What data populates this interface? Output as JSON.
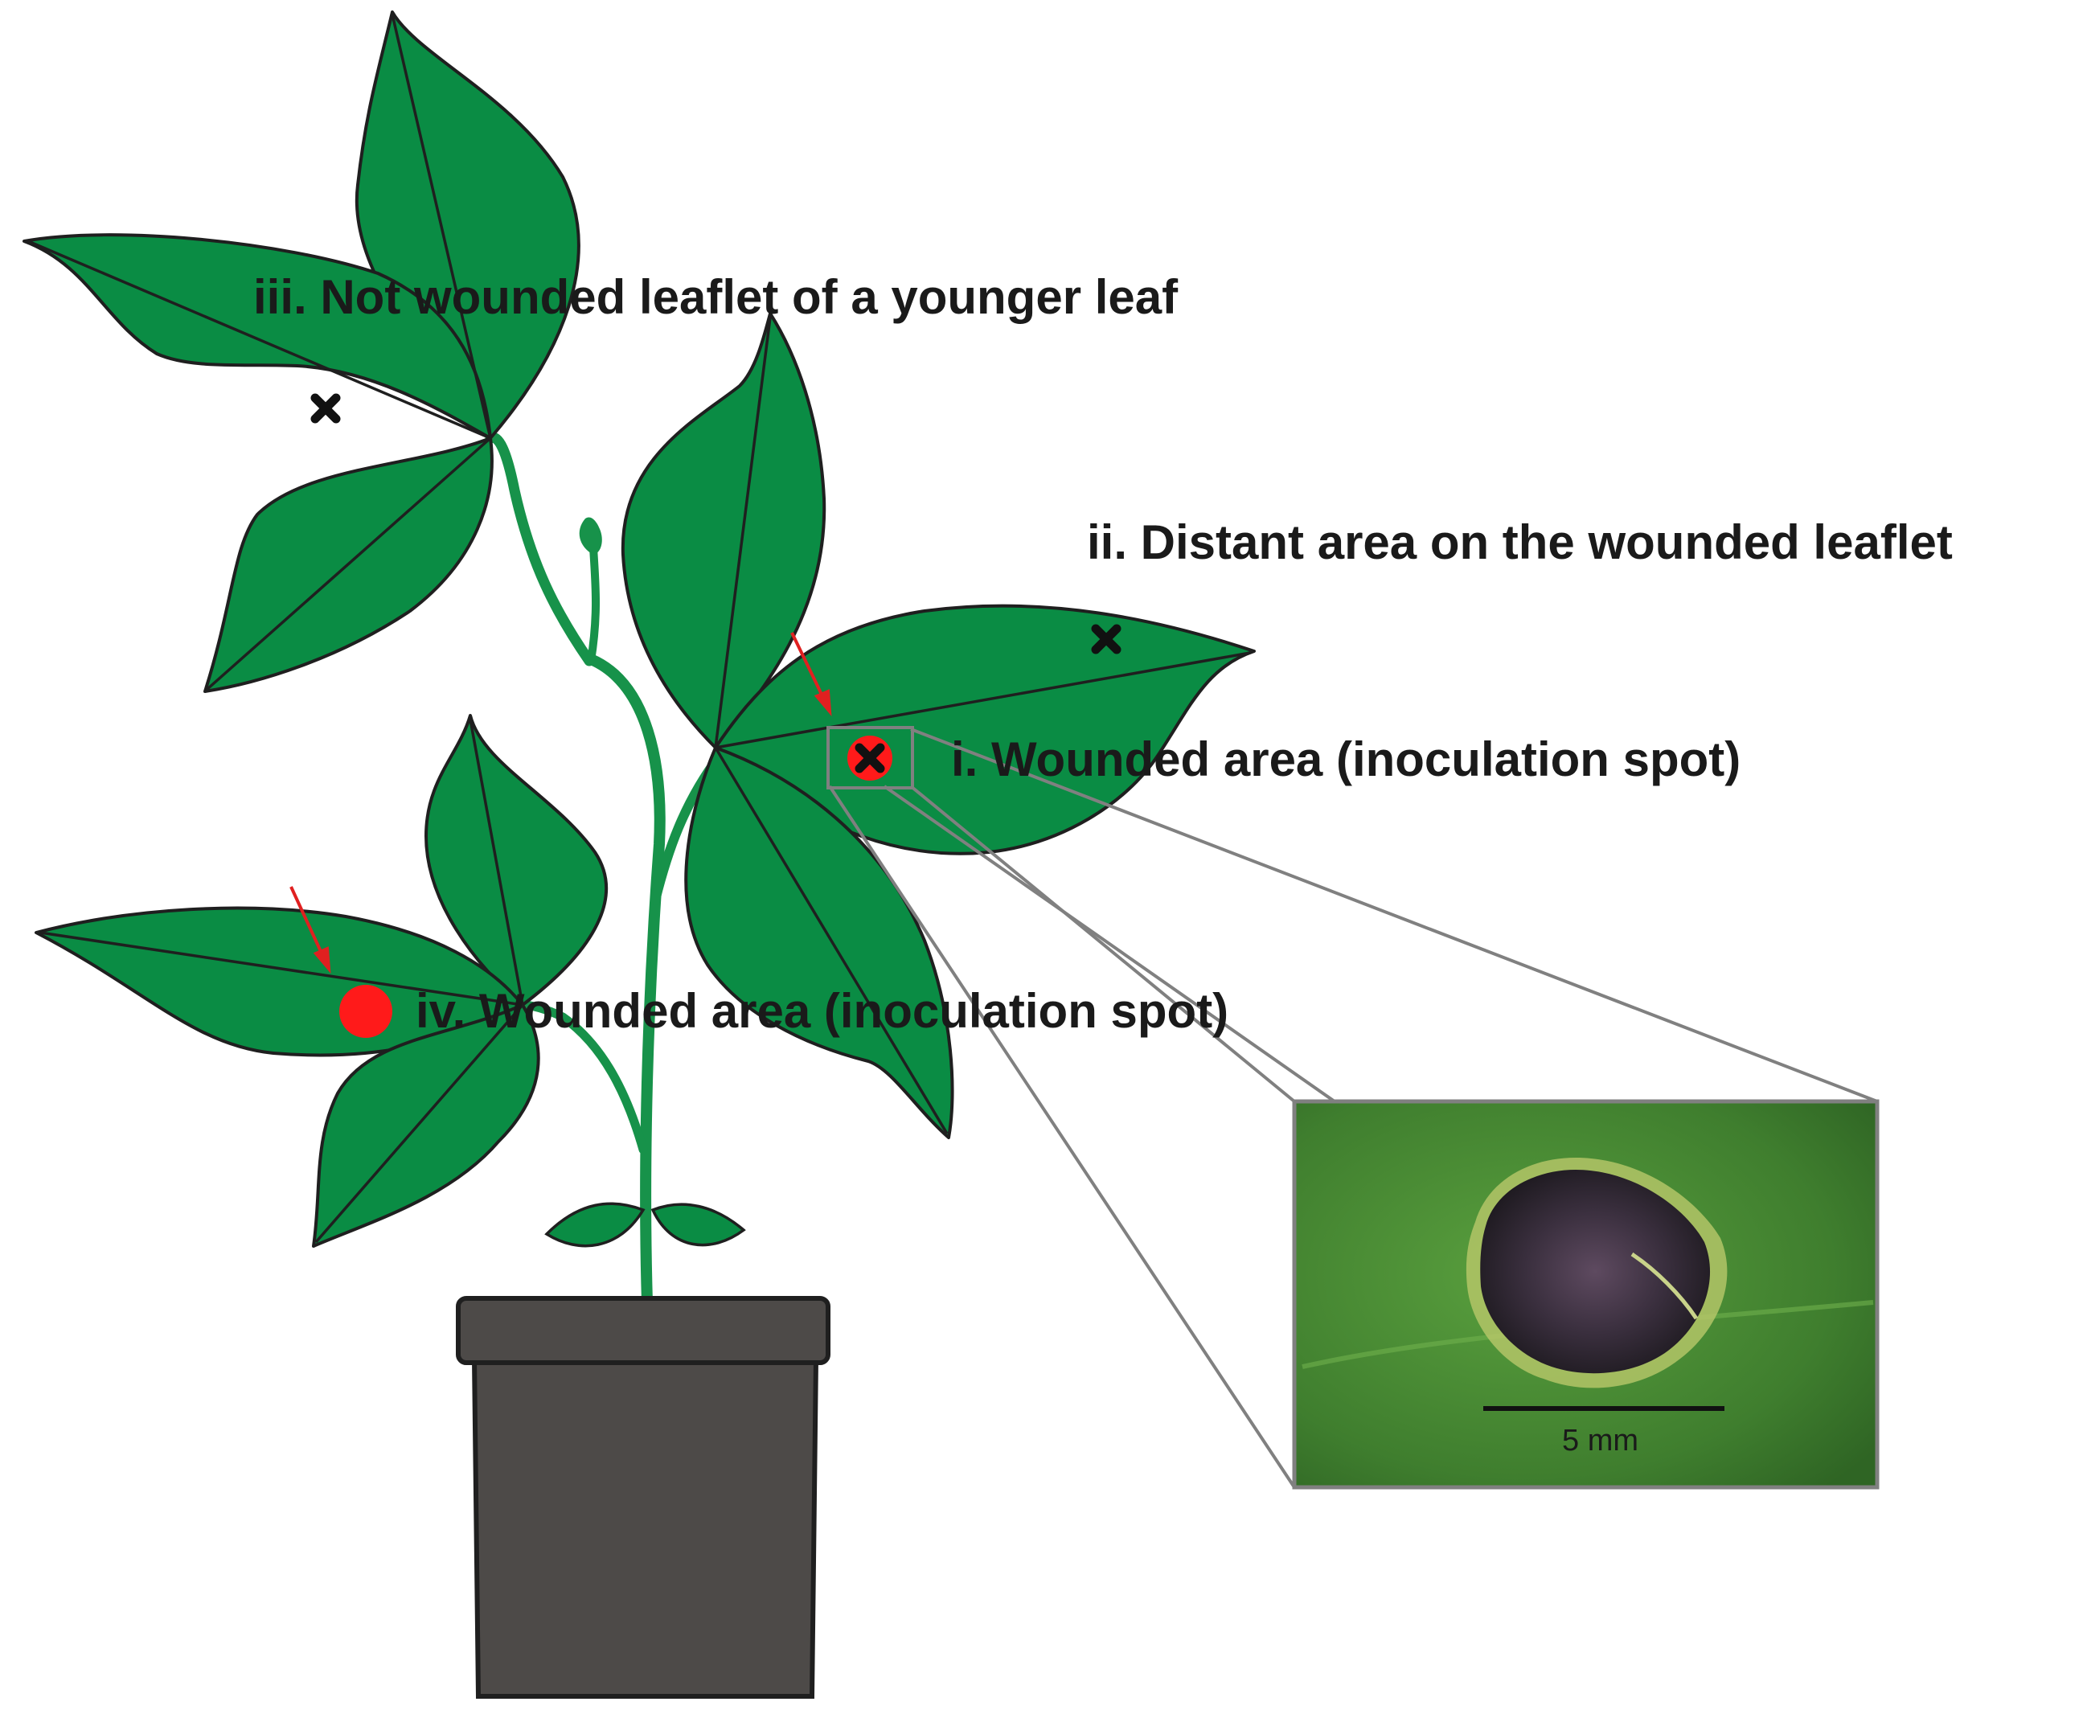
{
  "labels": {
    "iii": "iii. Not wounded leaflet of a younger leaf",
    "ii": "ii. Distant area on the wounded leaflet",
    "i": "i. Wounded area (inoculation spot)",
    "iv": "iv. Wounded area (inoculation spot)"
  },
  "inset": {
    "scale_bar_label": "5 mm"
  },
  "colors": {
    "leaf": "#0a8c44",
    "outline": "#1f1f1f",
    "stem": "#17924a",
    "pot": "#4d4a48",
    "wound_marker": "#ff1a1a",
    "arrow": "#e02020",
    "zoom_lines": "#808080",
    "photo_leaf": "#4a8a34",
    "photo_lesion": "#2a2430"
  }
}
